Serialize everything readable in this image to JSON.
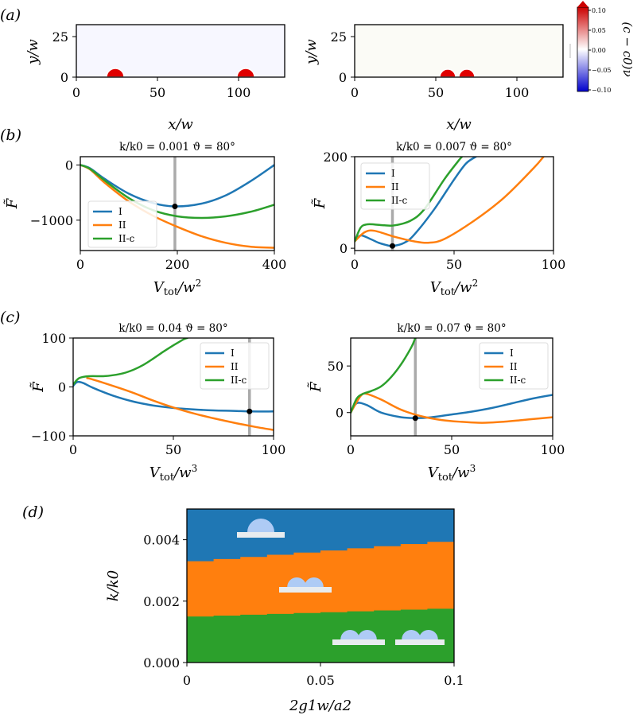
{
  "panel_labels": [
    "(a)",
    "(b)",
    "(c)",
    "(d)"
  ],
  "colors": {
    "I": "#1f77b4",
    "II": "#ff7f0e",
    "II-c": "#2ca02c",
    "marker": "#aaaaaa"
  },
  "chart_data": [
    {
      "type": "heatmap",
      "panel": "(a)",
      "position": "left",
      "xlabel": "x/w",
      "ylabel": "y/w",
      "xlim": [
        0,
        128
      ],
      "ylim": [
        0,
        34
      ],
      "xticks": [
        "0",
        "50",
        "100"
      ],
      "yticks": [
        "0",
        "25"
      ],
      "droplets": [
        {
          "x": 24,
          "r": 5
        },
        {
          "x": 104,
          "r": 5
        }
      ]
    },
    {
      "type": "heatmap",
      "panel": "(a)",
      "position": "right",
      "xlabel": "x/w",
      "ylabel": "y/w",
      "xlim": [
        0,
        128
      ],
      "ylim": [
        0,
        34
      ],
      "xticks": [
        "0",
        "50",
        "100"
      ],
      "yticks": [
        "0",
        "25"
      ],
      "droplets": [
        {
          "x": 58,
          "r": 4.5
        },
        {
          "x": 72,
          "r": 4.5
        }
      ],
      "colorbar": {
        "label": "(c − c0)ν",
        "ticks": [
          "0.10",
          "0.05",
          "0.00",
          "−0.05",
          "−0.10"
        ],
        "range": [
          -0.1,
          0.1
        ]
      }
    },
    {
      "type": "line",
      "panel": "(b)",
      "position": "left",
      "title": "k/k0 = 0.001 ϑ = 80°",
      "xlabel": "Vtot/w2",
      "ylabel": "F̃",
      "xlim": [
        0,
        400
      ],
      "ylim": [
        -1550,
        150
      ],
      "xticks": [
        "0",
        "200",
        "400"
      ],
      "yticks": [
        "0",
        "−1000"
      ],
      "vline": 195,
      "marker": [
        195,
        -750
      ],
      "legend": "lower-left",
      "series": [
        {
          "name": "I",
          "x": [
            0,
            20,
            50,
            100,
            150,
            195,
            250,
            300,
            350,
            400
          ],
          "y": [
            0,
            -60,
            -250,
            -520,
            -690,
            -750,
            -700,
            -550,
            -300,
            0
          ]
        },
        {
          "name": "II",
          "x": [
            0,
            20,
            50,
            100,
            150,
            200,
            250,
            300,
            350,
            400
          ],
          "y": [
            0,
            -80,
            -320,
            -660,
            -920,
            -1120,
            -1290,
            -1410,
            -1480,
            -1500
          ]
        },
        {
          "name": "II-c",
          "x": [
            0,
            20,
            50,
            100,
            150,
            200,
            250,
            300,
            350,
            400
          ],
          "y": [
            0,
            -70,
            -280,
            -600,
            -820,
            -930,
            -960,
            -930,
            -850,
            -720
          ]
        }
      ]
    },
    {
      "type": "line",
      "panel": "(b)",
      "position": "right",
      "title": "k/k0 = 0.007 ϑ = 80°",
      "xlabel": "Vtot/w2",
      "ylabel": "F̃",
      "xlim": [
        0,
        100
      ],
      "ylim": [
        -5,
        200
      ],
      "xticks": [
        "0",
        "50",
        "100"
      ],
      "yticks": [
        "0",
        "200"
      ],
      "vline": 19,
      "marker": [
        19,
        5
      ],
      "legend": "upper-left",
      "series": [
        {
          "name": "I",
          "x": [
            0,
            3,
            8,
            12,
            16,
            19,
            25,
            30,
            40,
            50,
            56,
            61
          ],
          "y": [
            15,
            28,
            20,
            12,
            7,
            5,
            12,
            30,
            85,
            150,
            185,
            200
          ]
        },
        {
          "name": "II",
          "x": [
            0,
            5,
            10,
            20,
            30,
            37,
            45,
            60,
            75,
            90,
            95
          ],
          "y": [
            15,
            35,
            38,
            25,
            15,
            12,
            20,
            60,
            110,
            175,
            200
          ]
        },
        {
          "name": "II-c",
          "x": [
            0,
            3,
            6,
            10,
            15,
            20,
            28,
            35,
            45,
            52,
            54
          ],
          "y": [
            15,
            45,
            52,
            52,
            50,
            50,
            60,
            85,
            150,
            190,
            200
          ]
        }
      ]
    },
    {
      "type": "line",
      "panel": "(c)",
      "position": "left",
      "title": "k/k0 = 0.04 ϑ = 80°",
      "xlabel": "Vtot/w3",
      "ylabel": "F̃",
      "xlim": [
        0,
        100
      ],
      "ylim": [
        -100,
        100
      ],
      "xticks": [
        "0",
        "50",
        "100"
      ],
      "yticks": [
        "100",
        "0",
        "−100"
      ],
      "vline": 88,
      "marker": [
        88,
        -50
      ],
      "legend": "upper-right",
      "series": [
        {
          "name": "I",
          "x": [
            0,
            2,
            5,
            10,
            20,
            30,
            40,
            50,
            60,
            70,
            80,
            88,
            100
          ],
          "y": [
            2,
            10,
            8,
            -2,
            -18,
            -30,
            -38,
            -43,
            -46,
            -48,
            -49,
            -50,
            -50
          ]
        },
        {
          "name": "II",
          "x": [
            7,
            10,
            20,
            30,
            40,
            50,
            60,
            70,
            80,
            90,
            100
          ],
          "y": [
            18,
            15,
            2,
            -12,
            -28,
            -42,
            -54,
            -64,
            -73,
            -81,
            -88
          ]
        },
        {
          "name": "II-c",
          "x": [
            0,
            3,
            8,
            15,
            20,
            25,
            30,
            35,
            40,
            45,
            50,
            55,
            57
          ],
          "y": [
            5,
            18,
            22,
            22,
            24,
            28,
            35,
            45,
            58,
            72,
            85,
            97,
            100
          ]
        }
      ]
    },
    {
      "type": "line",
      "panel": "(c)",
      "position": "right",
      "title": "k/k0 = 0.07 ϑ = 80°",
      "xlabel": "Vtot/w3",
      "ylabel": "F̃",
      "xlim": [
        0,
        100
      ],
      "ylim": [
        -25,
        80
      ],
      "xticks": [
        "0",
        "50",
        "100"
      ],
      "yticks": [
        "0",
        "50"
      ],
      "vline": 32,
      "marker": [
        32,
        -6
      ],
      "legend": "upper-right",
      "series": [
        {
          "name": "I",
          "x": [
            0,
            3,
            8,
            15,
            25,
            32,
            40,
            50,
            60,
            70,
            80,
            90,
            100
          ],
          "y": [
            0,
            10,
            8,
            0,
            -5,
            -6,
            -5,
            -2,
            1,
            5,
            10,
            15,
            19
          ]
        },
        {
          "name": "II",
          "x": [
            0,
            5,
            8,
            15,
            25,
            35,
            45,
            55,
            65,
            75,
            85,
            95,
            100
          ],
          "y": [
            0,
            18,
            20,
            14,
            3,
            -4,
            -8,
            -10,
            -11,
            -10,
            -8,
            -6,
            -5
          ]
        },
        {
          "name": "II-c",
          "x": [
            0,
            3,
            6,
            10,
            15,
            20,
            25,
            30,
            32
          ],
          "y": [
            0,
            15,
            20,
            23,
            28,
            38,
            52,
            70,
            80
          ]
        }
      ]
    },
    {
      "type": "area",
      "panel": "(d)",
      "xlabel": "2g1w/a2",
      "ylabel": "k/k0",
      "xlim": [
        0,
        0.1
      ],
      "ylim": [
        0,
        0.005
      ],
      "xticks": [
        "0",
        "0.05",
        "0.1"
      ],
      "yticks": [
        "0.000",
        "0.002",
        "0.004"
      ],
      "boundaries": [
        {
          "x": [
            0,
            0.1
          ],
          "y": [
            0.0015,
            0.00178
          ]
        },
        {
          "x": [
            0,
            0.1
          ],
          "y": [
            0.0033,
            0.004
          ]
        }
      ]
    }
  ]
}
